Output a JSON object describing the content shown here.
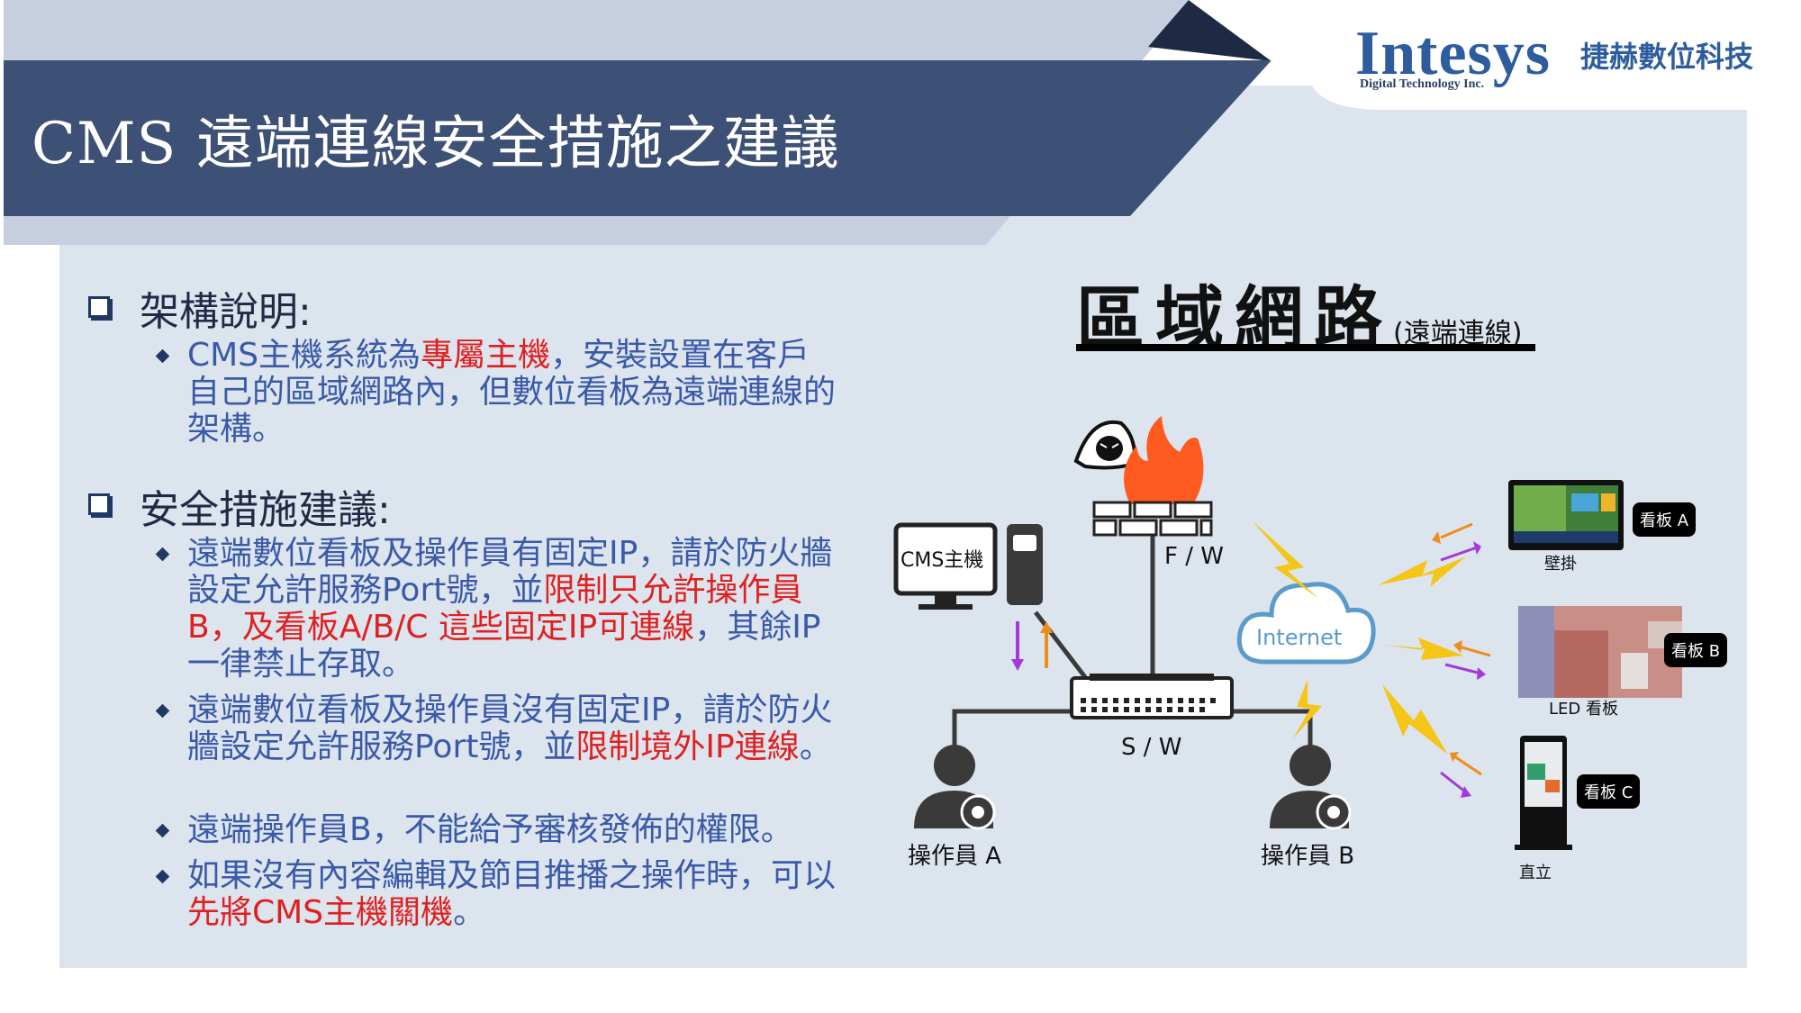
{
  "header": {
    "title": "CMS 遠端連線安全措施之建議"
  },
  "logo": {
    "wordmark": "Intesys",
    "chinese_name": "捷赫數位科技",
    "subtitle": "Digital Technology Inc."
  },
  "sections": [
    {
      "heading": "架構說明:",
      "bullets": [
        [
          {
            "t": "CMS主機系統為",
            "hl": false
          },
          {
            "t": "專屬主機",
            "hl": true
          },
          {
            "t": "，安裝設置在客戶自己的區域網路內，但數位看板為遠端連線的架構。",
            "hl": false
          }
        ]
      ]
    },
    {
      "heading": "安全措施建議:",
      "bullets": [
        [
          {
            "t": "遠端數位看板及操作員有固定IP，請於防火牆設定允許服務Port號，並",
            "hl": false
          },
          {
            "t": "限制只允許操作員B，及看板A/B/C 這些固定IP可連線",
            "hl": true
          },
          {
            "t": "，其餘IP一律禁止存取。",
            "hl": false
          }
        ],
        [
          {
            "t": "遠端數位看板及操作員沒有固定IP，請於防火牆設定允許服務Port號，並",
            "hl": false
          },
          {
            "t": "限制境外IP連線",
            "hl": true
          },
          {
            "t": "。",
            "hl": false
          }
        ],
        [
          {
            "t": "遠端操作員B，不能給予審核發佈的權限。",
            "hl": false
          }
        ],
        [
          {
            "t": "如果沒有內容編輯及節目推播之操作時，可以",
            "hl": false
          },
          {
            "t": "先將CMS主機關機",
            "hl": true
          },
          {
            "t": "。",
            "hl": false
          }
        ]
      ]
    }
  ],
  "diagram": {
    "title": "區域網路",
    "title_note": "(遠端連線)",
    "cms_label": "CMS主機",
    "firewall_label": "F / W",
    "switch_label": "S / W",
    "internet_label": "Internet",
    "operator_a": "操作員 A",
    "operator_b": "操作員 B",
    "signs": [
      {
        "tag": "看板 A",
        "caption": "壁掛"
      },
      {
        "tag": "看板 B",
        "caption": "LED 看板"
      },
      {
        "tag": "看板 C",
        "caption": "直立"
      }
    ]
  },
  "colors": {
    "header_band": "#3d5075",
    "light_band": "#c6cee0",
    "dark_triangle": "#1e2a44",
    "content_bg": "#dce4ee",
    "highlight": "#e02020",
    "body_text": "#3a5aa8"
  }
}
